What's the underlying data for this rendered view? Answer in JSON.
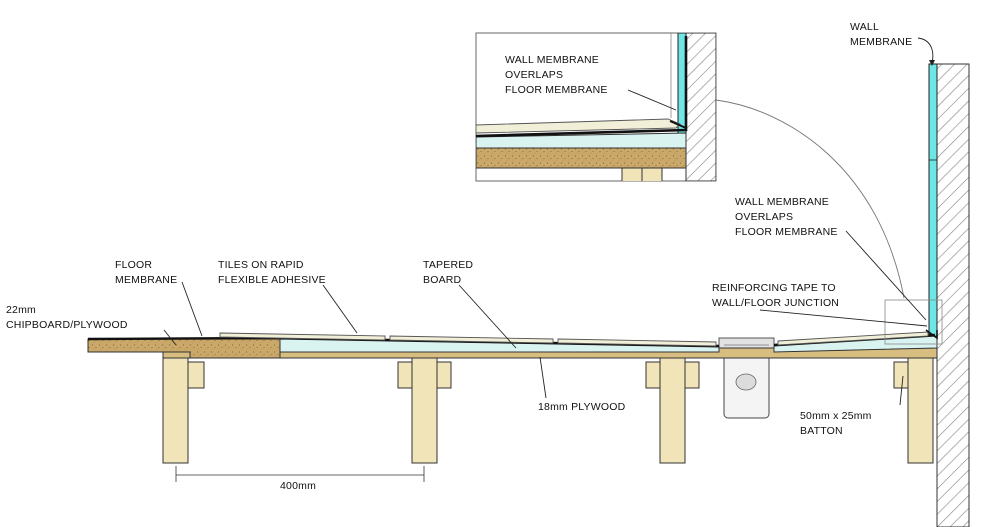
{
  "labels": {
    "wall_membrane_top": [
      "WALL",
      "MEMBRANE"
    ],
    "inset_overlap": [
      "WALL MEMBRANE",
      "OVERLAPS",
      "FLOOR MEMBRANE"
    ],
    "main_overlap": [
      "WALL MEMBRANE",
      "OVERLAPS",
      "FLOOR MEMBRANE"
    ],
    "reinforcing_tape": [
      "REINFORCING TAPE TO",
      "WALL/FLOOR JUNCTION"
    ],
    "floor_membrane": [
      "FLOOR",
      "MEMBRANE"
    ],
    "tiles": [
      "TILES ON RAPID",
      "FLEXIBLE ADHESIVE"
    ],
    "tapered_board": [
      "TAPERED",
      "BOARD"
    ],
    "chipboard": [
      "22mm",
      "CHIPBOARD/PLYWOOD"
    ],
    "plywood": "18mm PLYWOOD",
    "batton": [
      "50mm x 25mm",
      "BATTON"
    ],
    "spacing": "400mm"
  },
  "colors": {
    "wall_hatch": "#7a7a7a",
    "membrane": "#6fe6e6",
    "tapered_board": "#d9f3f1",
    "tile": "#f2efd8",
    "chipboard": "#c9a86a",
    "timber": "#f1e4b8",
    "outline": "#222222"
  }
}
